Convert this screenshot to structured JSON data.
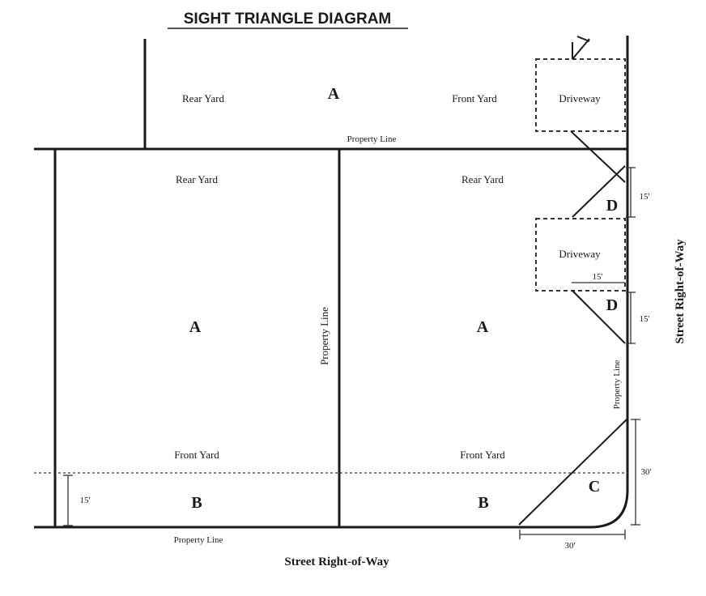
{
  "title": "SIGHT TRIANGLE DIAGRAM",
  "labels": {
    "rear_yard": "Rear Yard",
    "front_yard": "Front Yard",
    "property_line": "Property Line",
    "driveway": "Driveway",
    "street_row": "Street Right-of-Way"
  },
  "zones": {
    "a": "A",
    "b": "B",
    "c": "C",
    "d": "D"
  },
  "dimensions": {
    "fifteen_a": "15'",
    "fifteen_b": "15'",
    "fifteen_c": "15'",
    "fifteen_d": "15'",
    "thirty_a": "30'",
    "thirty_b": "30'"
  }
}
